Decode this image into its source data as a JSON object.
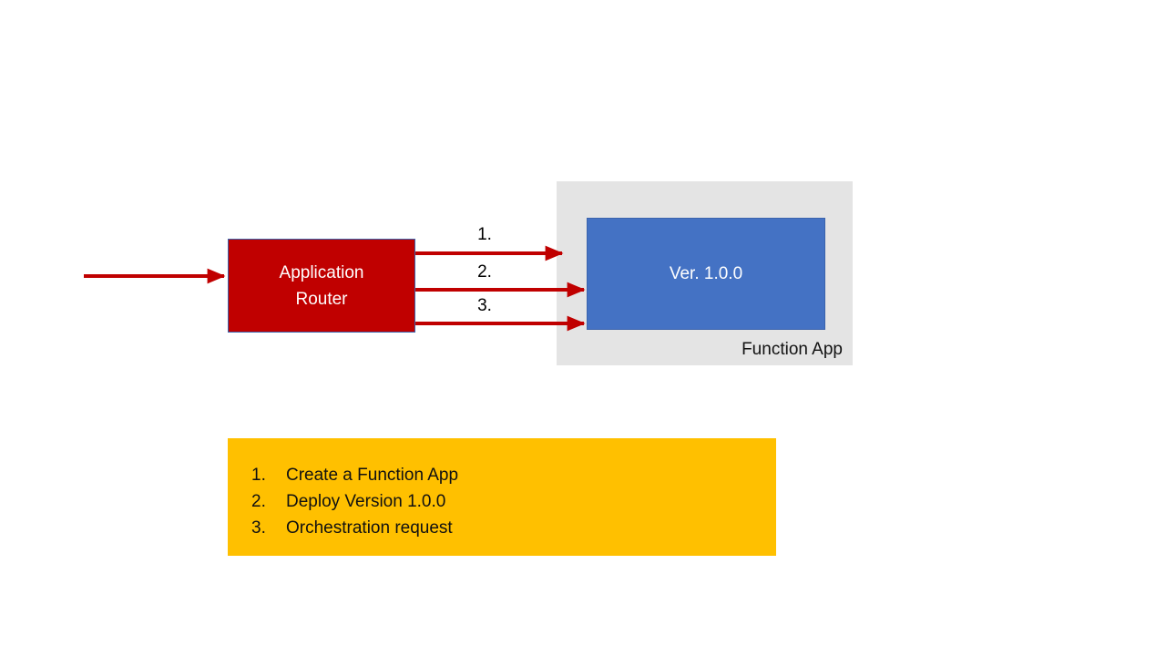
{
  "diagram": {
    "router": {
      "label_line1": "Application",
      "label_line2": "Router",
      "color": "#C00000",
      "text_color": "#FFFFFF"
    },
    "function_app": {
      "label": "Function App",
      "color": "#E4E4E4",
      "text_color": "#111111"
    },
    "version_box": {
      "label": "Ver. 1.0.0",
      "color": "#4472C4",
      "text_color": "#FFFFFF"
    },
    "arrows": {
      "color": "#C00000",
      "step_labels": [
        "1.",
        "2.",
        "3."
      ]
    }
  },
  "legend": {
    "color": "#FFC000",
    "text_color": "#111111",
    "items": [
      {
        "marker": "1.",
        "text": "Create a Function App"
      },
      {
        "marker": "2.",
        "text": "Deploy Version 1.0.0"
      },
      {
        "marker": "3.",
        "text": "Orchestration request"
      }
    ]
  }
}
